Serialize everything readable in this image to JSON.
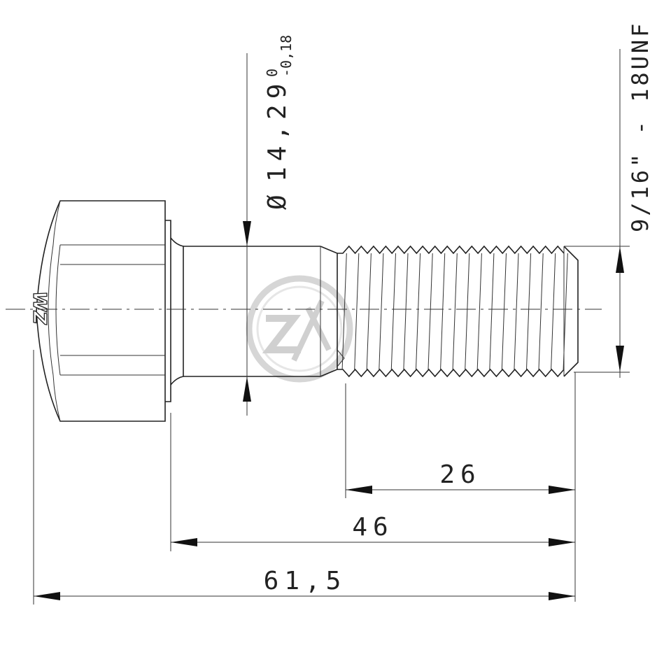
{
  "dimensions": {
    "thread_length": "26",
    "body_length": "46",
    "total_length": "61,5",
    "diameter_symbol": "Ø",
    "diameter_value": "14,29",
    "tolerance_upper": "0",
    "tolerance_lower": "-0,18",
    "thread_spec": "9/16\" - 18UNF"
  },
  "marks": {
    "head_logo": "WZ"
  },
  "colors": {
    "line": "#222222",
    "background": "#ffffff",
    "watermark": "#d9d9d9"
  }
}
